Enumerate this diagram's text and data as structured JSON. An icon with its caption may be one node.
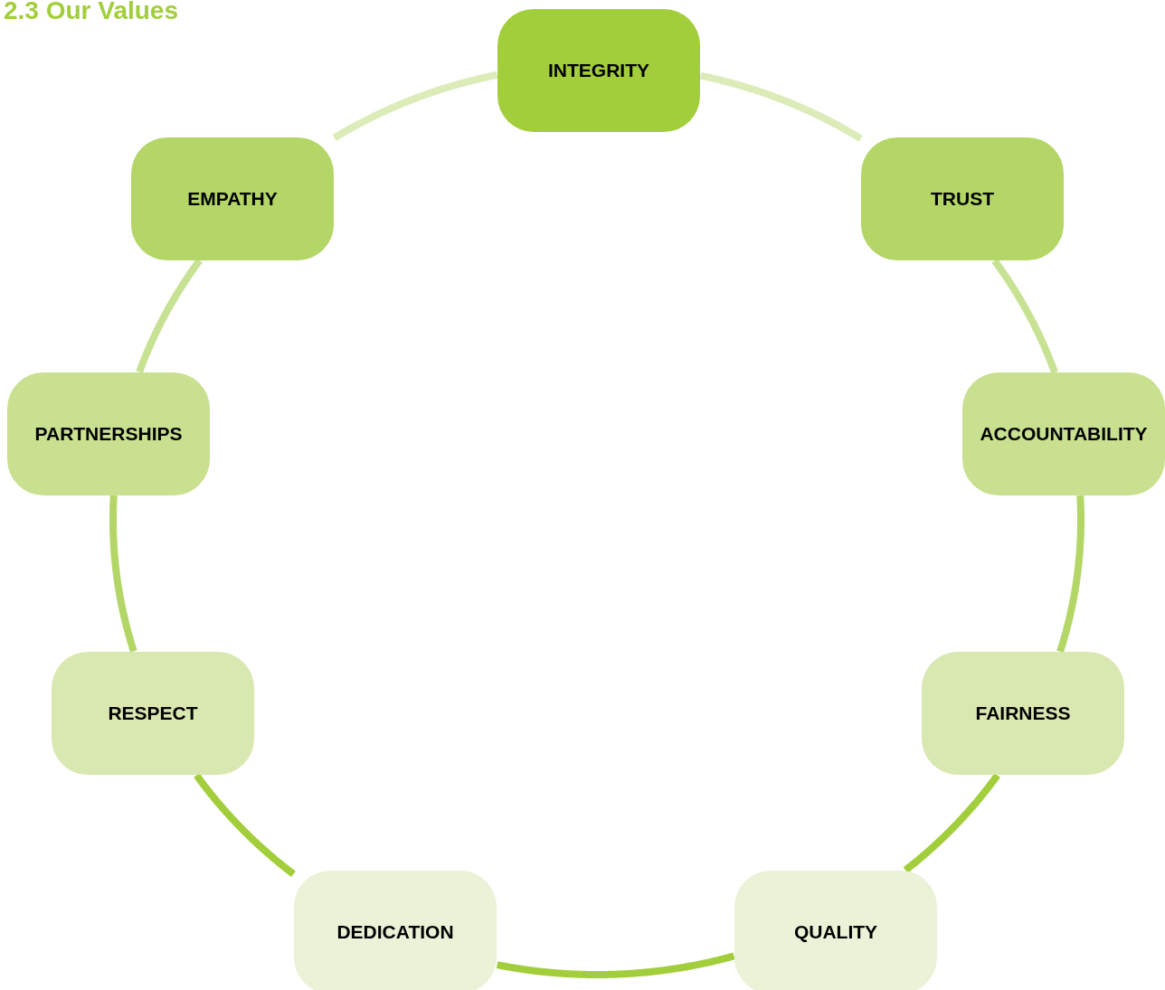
{
  "diagram": {
    "title": "2.3 Our Values",
    "nodes": [
      {
        "text": [
          "INTEGRITY"
        ]
      },
      {
        "text": [
          "EMPATHY"
        ]
      },
      {
        "text": [
          "TRUST"
        ]
      },
      {
        "text": [
          "PARTNERSHIPS"
        ]
      },
      {
        "text": [
          "ACCOUNTABILITY"
        ]
      },
      {
        "text": [
          "RESPECT"
        ]
      },
      {
        "text": [
          "FAIRNESS"
        ]
      },
      {
        "text": [
          "DEDICATION"
        ]
      },
      {
        "text": [
          "QUALITY"
        ]
      }
    ],
    "edges": [
      {
        "from": 0,
        "to": 2,
        "arrow": "none",
        "color": "#dcecb9"
      },
      {
        "from": 2,
        "to": 4,
        "arrow": "none",
        "color": "#c8e294"
      },
      {
        "from": 4,
        "to": 6,
        "arrow": "none",
        "color": "#b3d667"
      },
      {
        "from": 6,
        "to": 8,
        "arrow": "none",
        "color": "#a3ce3c"
      },
      {
        "from": 8,
        "to": 7,
        "arrow": "none",
        "color": "#a3ce3c"
      },
      {
        "from": 7,
        "to": 5,
        "arrow": "none",
        "color": "#a3ce3c"
      },
      {
        "from": 5,
        "to": 3,
        "arrow": "none",
        "color": "#b3d667"
      },
      {
        "from": 3,
        "to": 1,
        "arrow": "none",
        "color": "#c8e294"
      },
      {
        "from": 1,
        "to": 0,
        "arrow": "none",
        "color": "#dcecb9"
      }
    ]
  }
}
